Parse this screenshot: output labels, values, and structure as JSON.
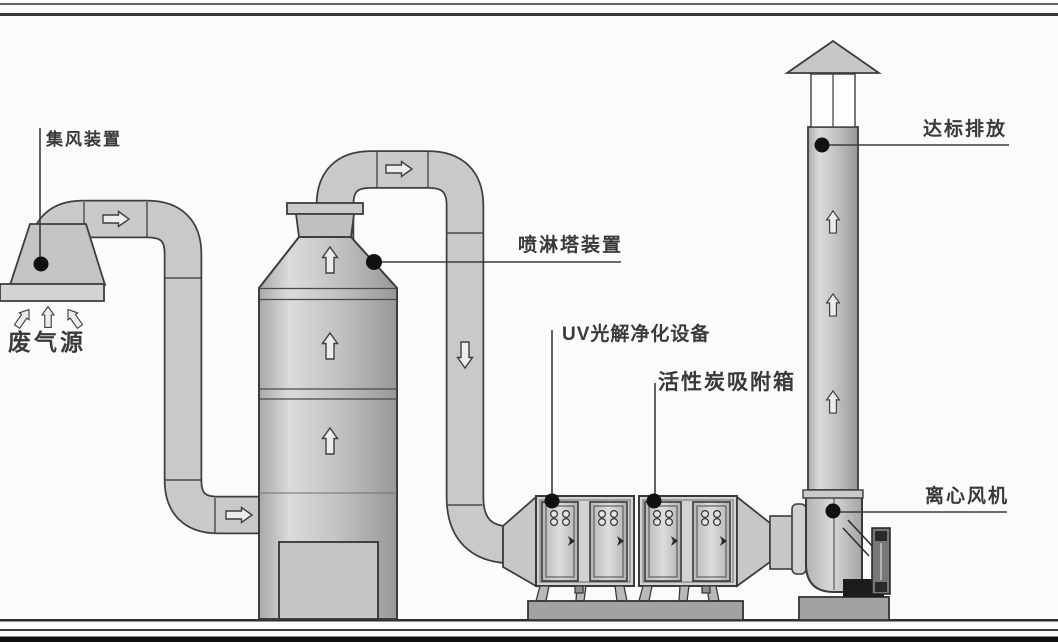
{
  "diagram_type": "waste-gas-treatment-process-flow",
  "labels": {
    "gas_collection": "集风装置",
    "waste_gas_source": "废气源",
    "spray_tower": "喷淋塔装置",
    "uv_unit": "UV光解净化设备",
    "carbon_box": "活性炭吸附箱",
    "emission": "达标排放",
    "fan": "离心风机"
  },
  "flow_sequence": [
    "废气源",
    "集风装置",
    "喷淋塔装置",
    "UV光解净化设备",
    "活性炭吸附箱",
    "离心风机",
    "达标排放"
  ],
  "colors": {
    "background": "#fbfbfb",
    "outline": "#3c3c3c",
    "metal_light": "#d6d7d8",
    "metal": "#c7c8ca",
    "metal_dark": "#9b9c9e",
    "platform": "#a2a2a3",
    "label_ink": "#3a3a3a",
    "marker_dot": "#111111"
  }
}
